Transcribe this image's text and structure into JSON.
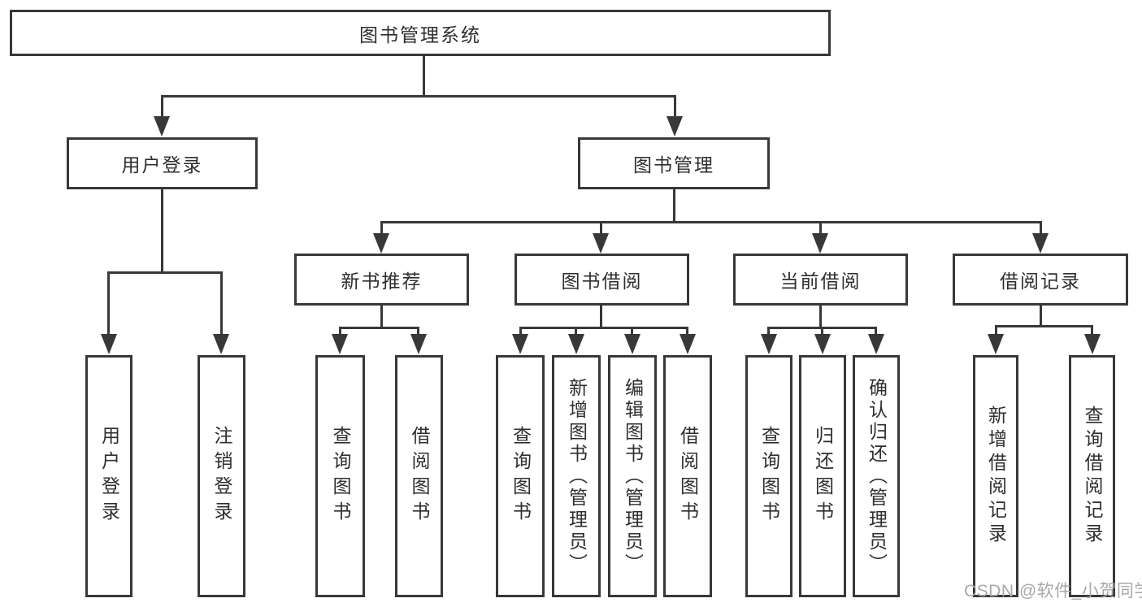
{
  "diagram": {
    "root": {
      "label": "图书管理系统"
    },
    "level2": {
      "user_login": {
        "label": "用户登录"
      },
      "book_mgmt": {
        "label": "图书管理"
      }
    },
    "level3": {
      "new_book_rec": {
        "label": "新书推荐"
      },
      "book_borrow": {
        "label": "图书借阅"
      },
      "current_borrow": {
        "label": "当前借阅"
      },
      "borrow_record": {
        "label": "借阅记录"
      }
    },
    "leaves": {
      "under_user_login": [
        "用户登录",
        "注销登录"
      ],
      "under_new_book_rec": [
        "查询图书",
        "借阅图书"
      ],
      "under_book_borrow": [
        "查询图书",
        "新增图书（管理员）",
        "编辑图书（管理员）",
        "借阅图书"
      ],
      "under_current_borrow": [
        "查询图书",
        "归还图书",
        "确认归还（管理员）"
      ],
      "under_borrow_record": [
        "新增借阅记录",
        "查询借阅记录"
      ]
    },
    "colors": {
      "line": "#383838",
      "box_border": "#383838",
      "text": "#2e2e2e",
      "background": "#ffffff",
      "watermark": "#a8a8a8"
    }
  },
  "watermark": {
    "text": "CSDN @软件_小贺同学"
  }
}
